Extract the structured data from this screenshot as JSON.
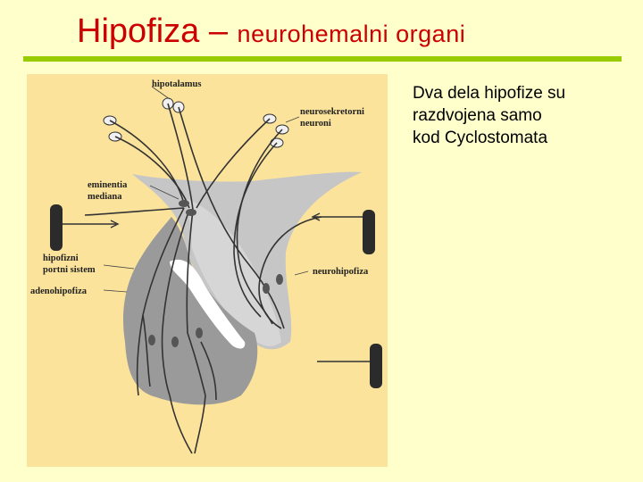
{
  "header": {
    "title_main": "Hipofiza",
    "title_dash": " – ",
    "title_sub": "neurohemalni organi"
  },
  "diagram": {
    "labels": {
      "hipotalamus": "hipotalamus",
      "neurosekretorni": "neurosekretorni",
      "neuroni": "neuroni",
      "eminentia": "eminentia",
      "mediana": "mediana",
      "hipofizni": "hipofizni",
      "portni_sistem": "portni sistem",
      "adenohipofiza": "adenohipofiza",
      "neurohipofiza": "neurohipofiza"
    },
    "colors": {
      "background": "#fbe39b",
      "stalk": "#c6c6c6",
      "adeno": "#9a9a9a",
      "neuro": "#cdcdcd",
      "vessel": "#333333"
    }
  },
  "body_text": "Dva dela hipofize su\nrazdvojena samo\nkod Cyclostomata"
}
